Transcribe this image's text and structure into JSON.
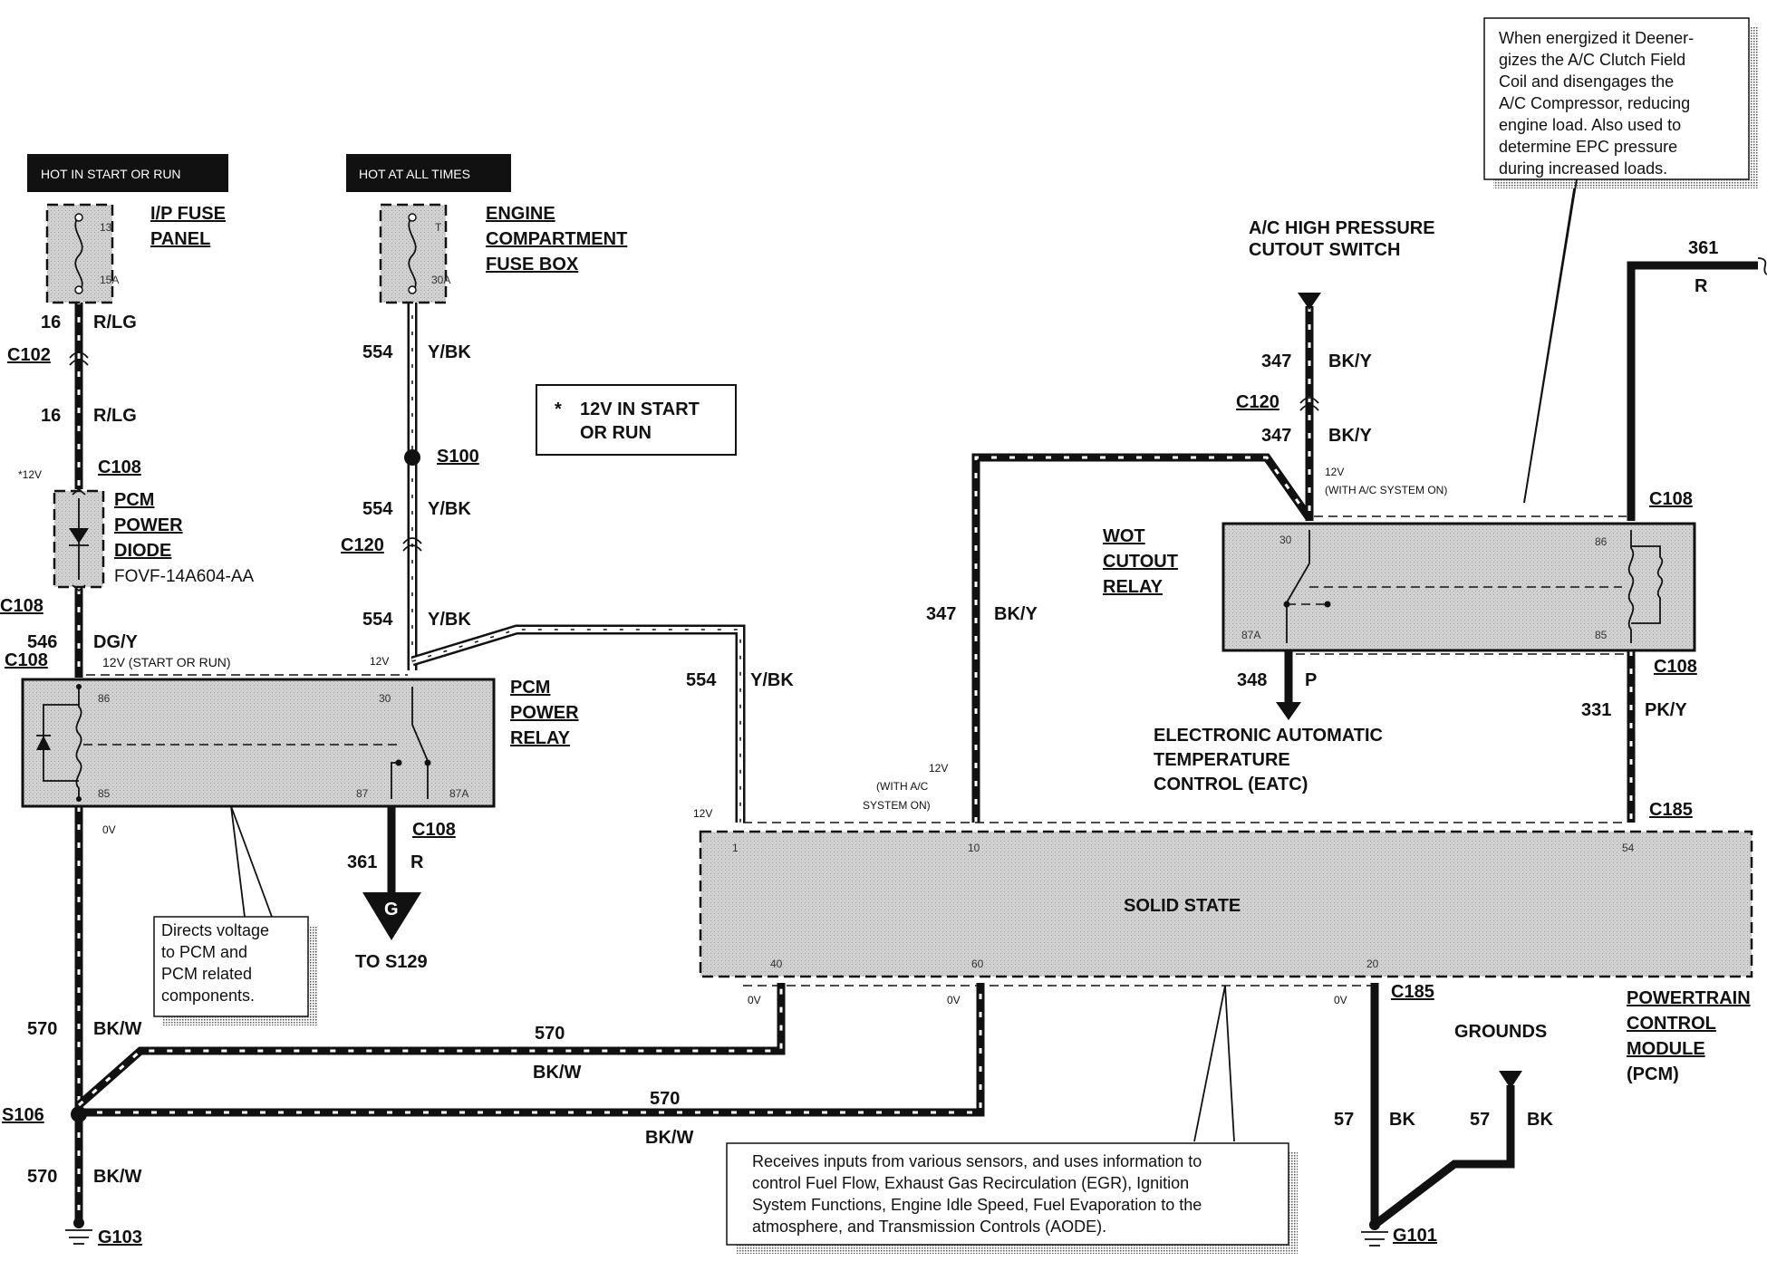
{
  "labels": {
    "hot_start_run": "HOT IN START OR RUN",
    "hot_all_times": "HOT AT ALL TIMES",
    "ip_fuse_panel_1": "I/P FUSE",
    "ip_fuse_panel_2": "PANEL",
    "ip_fuse_num": "13",
    "ip_fuse_amp": "15A",
    "engine_fuse_1": "ENGINE",
    "engine_fuse_2": "COMPARTMENT",
    "engine_fuse_3": "FUSE BOX",
    "engine_fuse_num": "T",
    "engine_fuse_amp": "30A",
    "pcm_diode_1": "PCM",
    "pcm_diode_2": "POWER",
    "pcm_diode_3": "DIODE",
    "pcm_diode_part": "FOVF-14A604-AA",
    "pcm_relay_1": "PCM",
    "pcm_relay_2": "POWER",
    "pcm_relay_3": "RELAY",
    "wot_relay_1": "WOT",
    "wot_relay_2": "CUTOUT",
    "wot_relay_3": "RELAY",
    "ac_switch_1": "A/C HIGH PRESSURE",
    "ac_switch_2": "CUTOUT SWITCH",
    "eatc_1": "ELECTRONIC AUTOMATIC",
    "eatc_2": "TEMPERATURE",
    "eatc_3": "CONTROL (EATC)",
    "solid_state": "SOLID STATE",
    "pcm_module_1": "POWERTRAIN",
    "pcm_module_2": "CONTROL",
    "pcm_module_3": "MODULE",
    "pcm_module_4": "(PCM)",
    "grounds": "GROUNDS",
    "to_s129": "TO S129",
    "g_symbol": "G",
    "legend_star": "*",
    "legend_1": "12V IN START",
    "legend_2": "OR RUN",
    "v12_start_run": "12V (START OR RUN)",
    "v12_star": "*12V",
    "v12": "12V",
    "v12_ac_1": "12V",
    "v12_ac_2": "(WITH A/C",
    "v12_ac_3": "SYSTEM ON)",
    "v12_ac_top_1": "12V",
    "v12_ac_top_2": "(WITH A/C SYSTEM ON)",
    "v0": "0V"
  },
  "connectors": {
    "c102": "C102",
    "c108": "C108",
    "c120": "C120",
    "c185": "C185",
    "s100": "S100",
    "s106": "S106",
    "g103": "G103",
    "g101": "G101"
  },
  "wires": {
    "w16": "16",
    "rlg": "R/LG",
    "w554": "554",
    "ybk": "Y/BK",
    "w546": "546",
    "dgy": "DG/Y",
    "w361": "361",
    "r": "R",
    "w570": "570",
    "bkw": "BK/W",
    "w347": "347",
    "bky": "BK/Y",
    "w348": "348",
    "p": "P",
    "w331": "331",
    "pky": "PK/Y",
    "w57": "57",
    "bk": "BK"
  },
  "pins": {
    "p86": "86",
    "p85": "85",
    "p30": "30",
    "p87": "87",
    "p87a": "87A",
    "p1": "1",
    "p10": "10",
    "p54": "54",
    "p40": "40",
    "p60": "60",
    "p20": "20"
  },
  "notes": {
    "relay_note": [
      "Directs voltage",
      "to PCM and",
      "PCM related",
      "components."
    ],
    "pcm_note": [
      "Receives inputs from various sensors, and uses information to",
      "control Fuel Flow, Exhaust Gas Recirculation (EGR), Ignition",
      "System Functions, Engine Idle Speed, Fuel Evaporation to the",
      "atmosphere, and Transmission Controls (AODE)."
    ],
    "wot_note": [
      "When energized it Deener-",
      "gizes the A/C Clutch Field",
      "Coil and disengages the",
      "A/C Compressor, reducing",
      "engine load.  Also used to",
      "determine EPC pressure",
      "during increased loads."
    ]
  }
}
